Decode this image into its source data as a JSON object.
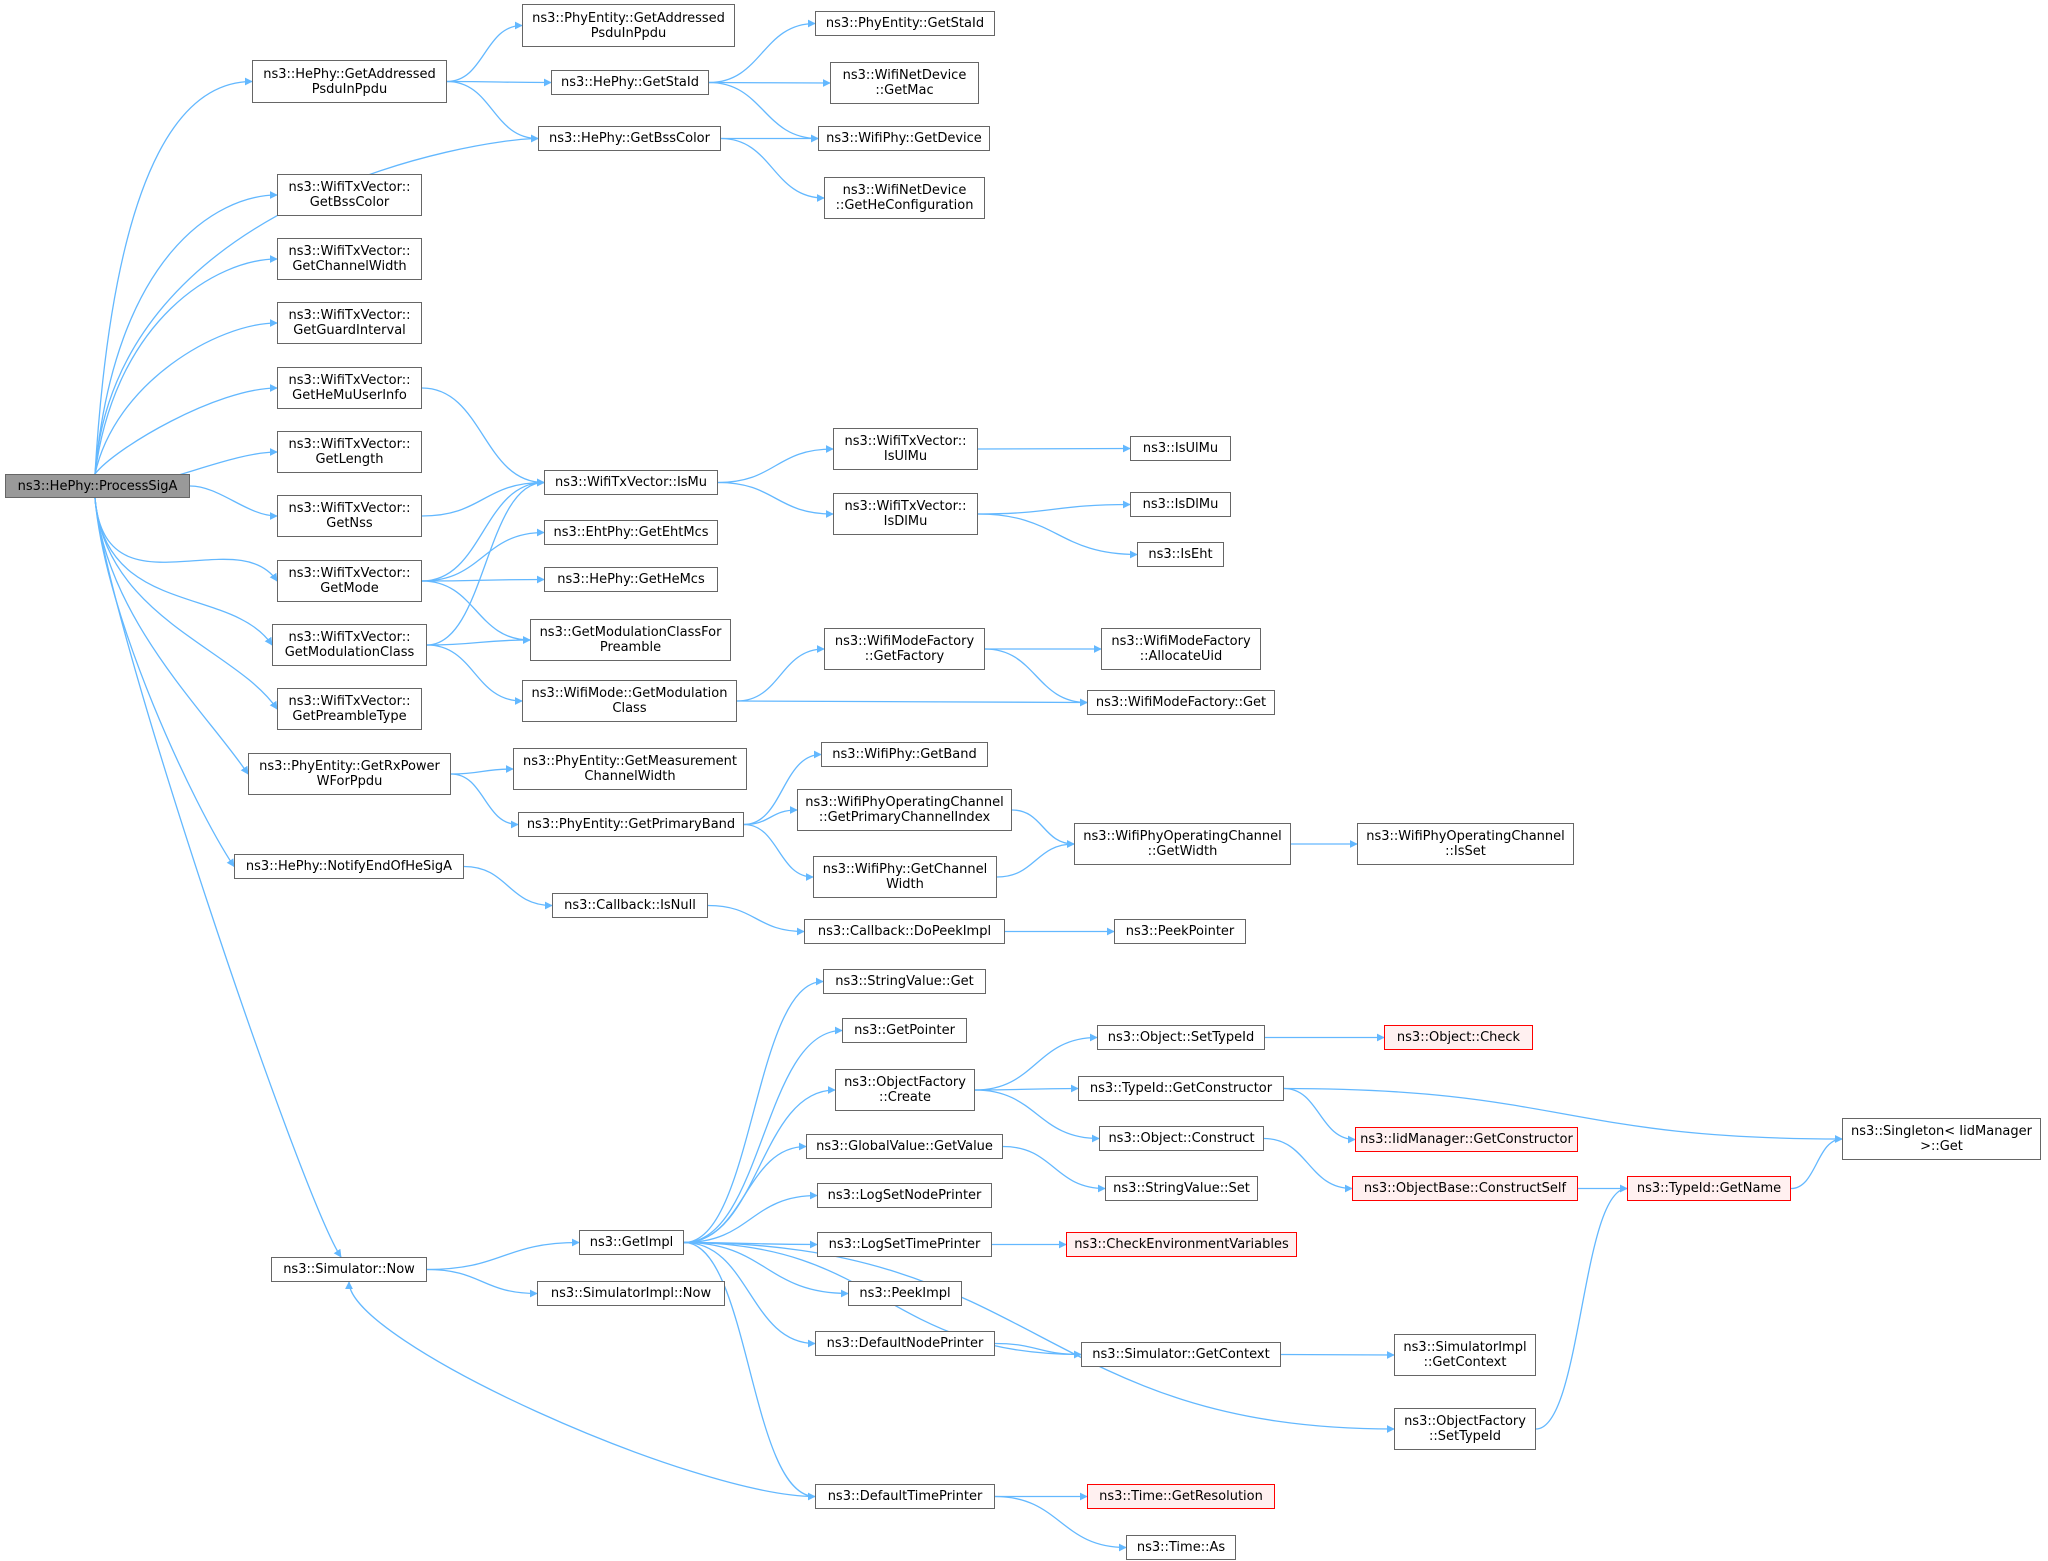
{
  "colors": {
    "edge": "#63b8ff",
    "border": "#666666",
    "root_fill": "#999999",
    "truncated_border": "#ff0000",
    "truncated_fill": "#fff0f0"
  },
  "nodes": {
    "processSigA": [
      "ns3::HePhy::ProcessSigA"
    ],
    "hpGetAddr": [
      "ns3::HePhy::GetAddressed",
      "PsduInPpdu"
    ],
    "peGetAddr": [
      "ns3::PhyEntity::GetAddressed",
      "PsduInPpdu"
    ],
    "peGetStaId": [
      "ns3::PhyEntity::GetStaId"
    ],
    "hpGetStaId": [
      "ns3::HePhy::GetStaId"
    ],
    "wndGetMac": [
      "ns3::WifiNetDevice",
      "::GetMac"
    ],
    "hpGetBssColor": [
      "ns3::HePhy::GetBssColor"
    ],
    "wpGetDevice": [
      "ns3::WifiPhy::GetDevice"
    ],
    "wndGetHeConf": [
      "ns3::WifiNetDevice",
      "::GetHeConfiguration"
    ],
    "txGetBssColor": [
      "ns3::WifiTxVector::",
      "GetBssColor"
    ],
    "txGetChanWidth": [
      "ns3::WifiTxVector::",
      "GetChannelWidth"
    ],
    "txGetGuard": [
      "ns3::WifiTxVector::",
      "GetGuardInterval"
    ],
    "txGetHeMu": [
      "ns3::WifiTxVector::",
      "GetHeMuUserInfo"
    ],
    "txGetLength": [
      "ns3::WifiTxVector::",
      "GetLength"
    ],
    "txGetNss": [
      "ns3::WifiTxVector::",
      "GetNss"
    ],
    "txGetMode": [
      "ns3::WifiTxVector::",
      "GetMode"
    ],
    "txGetModClass": [
      "ns3::WifiTxVector::",
      "GetModulationClass"
    ],
    "txGetPreamble": [
      "ns3::WifiTxVector::",
      "GetPreambleType"
    ],
    "txIsMu": [
      "ns3::WifiTxVector::IsMu"
    ],
    "txIsUlMu": [
      "ns3::WifiTxVector::",
      "IsUlMu"
    ],
    "txIsDlMu": [
      "ns3::WifiTxVector::",
      "IsDlMu"
    ],
    "isUlMu": [
      "ns3::IsUlMu"
    ],
    "isDlMu": [
      "ns3::IsDlMu"
    ],
    "isEht": [
      "ns3::IsEht"
    ],
    "ehtGetMcs": [
      "ns3::EhtPhy::GetEhtMcs"
    ],
    "heGetMcs": [
      "ns3::HePhy::GetHeMcs"
    ],
    "getModClassPre": [
      "ns3::GetModulationClassFor",
      "Preamble"
    ],
    "wmGetModClass": [
      "ns3::WifiMode::GetModulation",
      "Class"
    ],
    "wmfGetFactory": [
      "ns3::WifiModeFactory",
      "::GetFactory"
    ],
    "wmfAllocUid": [
      "ns3::WifiModeFactory",
      "::AllocateUid"
    ],
    "wmfGet": [
      "ns3::WifiModeFactory::Get"
    ],
    "peGetRxPower": [
      "ns3::PhyEntity::GetRxPower",
      "WForPpdu"
    ],
    "peGetMeasCw": [
      "ns3::PhyEntity::GetMeasurement",
      "ChannelWidth"
    ],
    "peGetPrimBand": [
      "ns3::PhyEntity::GetPrimaryBand"
    ],
    "wpGetBand": [
      "ns3::WifiPhy::GetBand"
    ],
    "wpocGetPrimIdx": [
      "ns3::WifiPhyOperatingChannel",
      "::GetPrimaryChannelIndex"
    ],
    "wpGetChanWidth": [
      "ns3::WifiPhy::GetChannel",
      "Width"
    ],
    "wpocGetWidth": [
      "ns3::WifiPhyOperatingChannel",
      "::GetWidth"
    ],
    "wpocIsSet": [
      "ns3::WifiPhyOperatingChannel",
      "::IsSet"
    ],
    "hpNotifyEnd": [
      "ns3::HePhy::NotifyEndOfHeSigA"
    ],
    "cbIsNull": [
      "ns3::Callback::IsNull"
    ],
    "cbDoPeek": [
      "ns3::Callback::DoPeekImpl"
    ],
    "peekPointer": [
      "ns3::PeekPointer"
    ],
    "simNow": [
      "ns3::Simulator::Now"
    ],
    "getImpl": [
      "ns3::GetImpl"
    ],
    "simImplNow": [
      "ns3::SimulatorImpl::Now"
    ],
    "strValGet": [
      "ns3::StringValue::Get"
    ],
    "getPointer": [
      "ns3::GetPointer"
    ],
    "ofCreate": [
      "ns3::ObjectFactory",
      "::Create"
    ],
    "gvGetValue": [
      "ns3::GlobalValue::GetValue"
    ],
    "logSetNode": [
      "ns3::LogSetNodePrinter"
    ],
    "logSetTime": [
      "ns3::LogSetTimePrinter"
    ],
    "peekImpl": [
      "ns3::PeekImpl"
    ],
    "defNodePrinter": [
      "ns3::DefaultNodePrinter"
    ],
    "defTimePrinter": [
      "ns3::DefaultTimePrinter"
    ],
    "objSetTypeId": [
      "ns3::Object::SetTypeId"
    ],
    "objCheck": [
      "ns3::Object::Check"
    ],
    "tidGetCtor": [
      "ns3::TypeId::GetConstructor"
    ],
    "iidGetCtor": [
      "ns3::IidManager::GetConstructor"
    ],
    "singletonGet": [
      "ns3::Singleton< IidManager",
      ">::Get"
    ],
    "objConstruct": [
      "ns3::Object::Construct"
    ],
    "obConstructSelf": [
      "ns3::ObjectBase::ConstructSelf"
    ],
    "tidGetName": [
      "ns3::TypeId::GetName"
    ],
    "strValSet": [
      "ns3::StringValue::Set"
    ],
    "checkEnv": [
      "ns3::CheckEnvironmentVariables"
    ],
    "simGetContext": [
      "ns3::Simulator::GetContext"
    ],
    "simImplGetContext": [
      "ns3::SimulatorImpl",
      "::GetContext"
    ],
    "ofSetTypeId": [
      "ns3::ObjectFactory",
      "::SetTypeId"
    ],
    "timeGetRes": [
      "ns3::Time::GetResolution"
    ],
    "timeAs": [
      "ns3::Time::As"
    ]
  }
}
